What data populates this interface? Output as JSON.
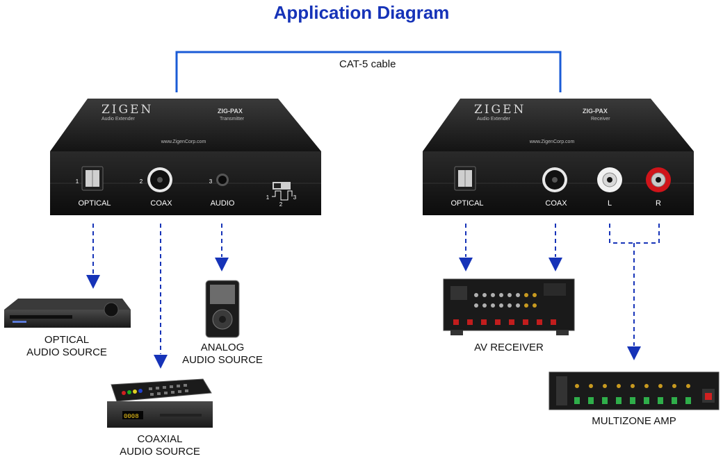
{
  "title": "Application Diagram",
  "cable": {
    "label": "CAT-5 cable",
    "color": "#1a5bd6"
  },
  "arrow_color": "#1633b8",
  "transmitter": {
    "brand": "ZIGEN",
    "subtitle": "Audio Extender",
    "model": "ZIG-PAX",
    "role": "Transmitter",
    "url": "www.ZigenCorp.com",
    "ports": [
      {
        "num": "1",
        "label": "OPTICAL"
      },
      {
        "num": "2",
        "label": "COAX"
      },
      {
        "num": "3",
        "label": "AUDIO"
      }
    ],
    "switch_numbers": [
      "1",
      "2",
      "3"
    ]
  },
  "receiver": {
    "brand": "ZIGEN",
    "subtitle": "Audio Extender",
    "model": "ZIG-PAX",
    "role": "Receiver",
    "url": "www.ZigenCorp.com",
    "ports": [
      {
        "label": "OPTICAL"
      },
      {
        "label": "COAX"
      },
      {
        "label": "L"
      },
      {
        "label": "R"
      }
    ]
  },
  "devices": {
    "optical_source": {
      "line1": "OPTICAL",
      "line2": "AUDIO SOURCE"
    },
    "coaxial_source": {
      "line1": "COAXIAL",
      "line2": "AUDIO SOURCE",
      "display": "0008"
    },
    "analog_source": {
      "line1": "ANALOG",
      "line2": "AUDIO SOURCE"
    },
    "av_receiver": {
      "line1": "AV RECEIVER"
    },
    "multizone_amp": {
      "line1": "MULTIZONE AMP"
    }
  }
}
